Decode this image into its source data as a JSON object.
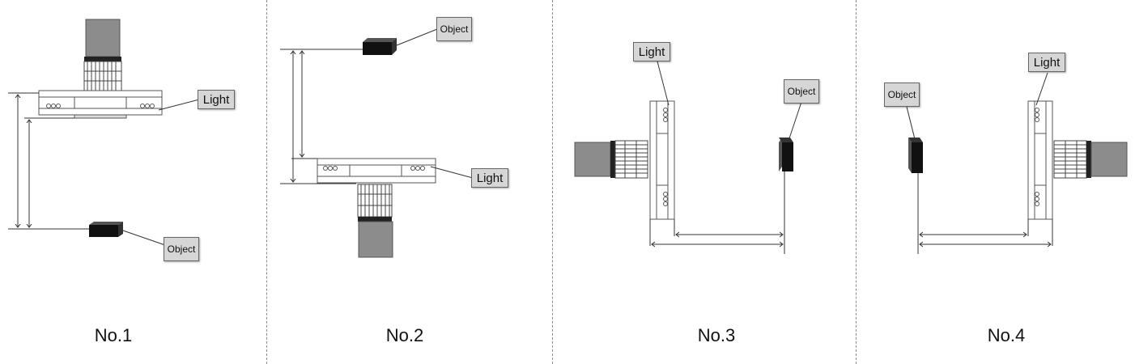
{
  "panels": [
    {
      "caption": "No.1",
      "light_label": "Light",
      "object_label": "Object"
    },
    {
      "caption": "No.2",
      "light_label": "Light",
      "object_label": "Object"
    },
    {
      "caption": "No.3",
      "light_label": "Light",
      "object_label": "Object"
    },
    {
      "caption": "No.4",
      "light_label": "Light",
      "object_label": "Object"
    }
  ],
  "colors": {
    "camera_body": "#8c8c8c",
    "lens": "#ffffff",
    "object": "#111111",
    "tag_fill": "#d6d6d6",
    "divider": "#8a8a8a"
  }
}
